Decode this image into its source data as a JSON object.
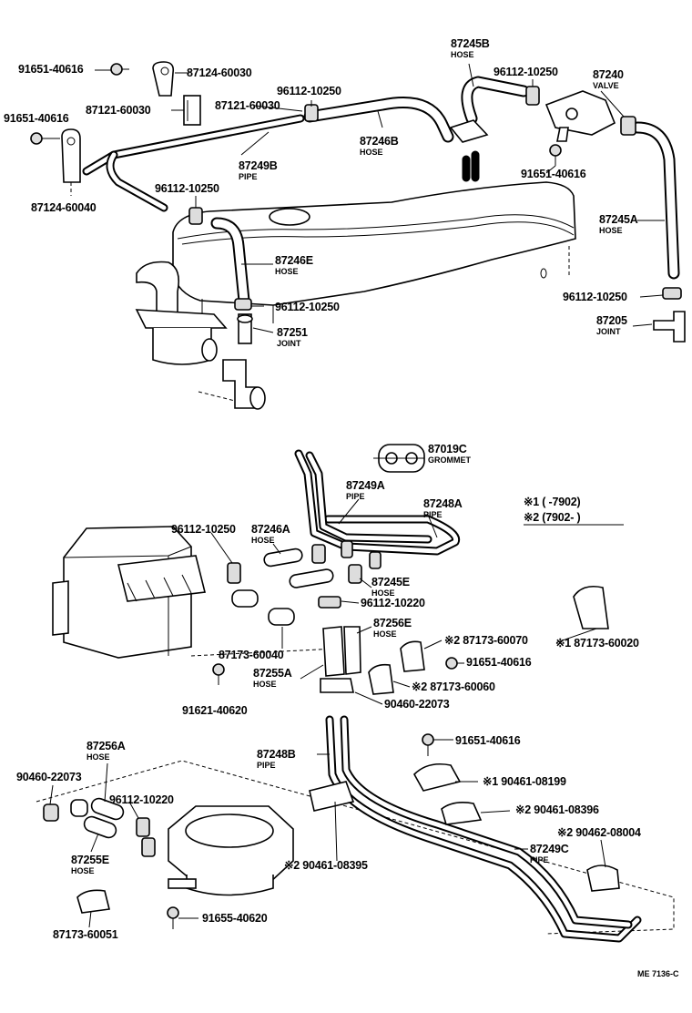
{
  "labels": [
    {
      "id": "l1",
      "num": "91651-40616"
    },
    {
      "id": "l2",
      "num": "87124-60030"
    },
    {
      "id": "l3",
      "num": "87121-60030"
    },
    {
      "id": "l4",
      "num": "91651-40616"
    },
    {
      "id": "l5",
      "num": "87121-60030"
    },
    {
      "id": "l6",
      "num": "96112-10250"
    },
    {
      "id": "l7",
      "num": "87249B",
      "sub": "PIPE"
    },
    {
      "id": "l8",
      "num": "87124-60040"
    },
    {
      "id": "l9",
      "num": "96112-10250"
    },
    {
      "id": "l10",
      "num": "87246B",
      "sub": "HOSE"
    },
    {
      "id": "l11",
      "num": "87245B",
      "sub": "HOSE"
    },
    {
      "id": "l12",
      "num": "96112-10250"
    },
    {
      "id": "l13",
      "num": "87240",
      "sub": "VALVE"
    },
    {
      "id": "l14",
      "num": "91651-40616"
    },
    {
      "id": "l15",
      "num": "87245A",
      "sub": "HOSE"
    },
    {
      "id": "l16",
      "num": "87246E",
      "sub": "HOSE"
    },
    {
      "id": "l17",
      "num": "96112-10250"
    },
    {
      "id": "l18",
      "num": "87251",
      "sub": "JOINT"
    },
    {
      "id": "l19",
      "num": "96112-10250"
    },
    {
      "id": "l20",
      "num": "87205",
      "sub": "JOINT"
    },
    {
      "id": "l21",
      "num": "87019C",
      "sub": "GROMMET"
    },
    {
      "id": "l22",
      "num": "87249A",
      "sub": "PIPE"
    },
    {
      "id": "l23",
      "num": "87248A",
      "sub": "PIPE"
    },
    {
      "id": "l24",
      "num": "96112-10250"
    },
    {
      "id": "l25",
      "num": "87246A",
      "sub": "HOSE"
    },
    {
      "id": "l26",
      "num": "87245E",
      "sub": "HOSE"
    },
    {
      "id": "l27",
      "num": "96112-10220"
    },
    {
      "id": "l28",
      "num": "87256E",
      "sub": "HOSE"
    },
    {
      "id": "l29",
      "num": "87173-60040"
    },
    {
      "id": "l30",
      "num": "87255A",
      "sub": "HOSE"
    },
    {
      "id": "l31",
      "num": "※2 87173-60070"
    },
    {
      "id": "l32",
      "num": "91651-40616"
    },
    {
      "id": "l33",
      "num": "※1 87173-60020"
    },
    {
      "id": "l34",
      "num": "※2 87173-60060"
    },
    {
      "id": "l35",
      "num": "90460-22073"
    },
    {
      "id": "l36",
      "num": "91621-40620"
    },
    {
      "id": "l37",
      "num": "87248B",
      "sub": "PIPE"
    },
    {
      "id": "l38",
      "num": "91651-40616"
    },
    {
      "id": "l39",
      "num": "※1 90461-08199"
    },
    {
      "id": "l40",
      "num": "※2 90461-08396"
    },
    {
      "id": "l41",
      "num": "※2 90462-08004"
    },
    {
      "id": "l42",
      "num": "87249C",
      "sub": "PIPE"
    },
    {
      "id": "l43",
      "num": "※2 90461-08395"
    },
    {
      "id": "l44",
      "num": "87256A",
      "sub": "HOSE"
    },
    {
      "id": "l45",
      "num": "90460-22073"
    },
    {
      "id": "l46",
      "num": "96112-10220"
    },
    {
      "id": "l47",
      "num": "87255E",
      "sub": "HOSE"
    },
    {
      "id": "l48",
      "num": "91655-40620"
    },
    {
      "id": "l49",
      "num": "87173-60051"
    }
  ],
  "legend": {
    "line1": "※1 (         -7902)",
    "line2": "※2 (7902-         )"
  },
  "drawing_code": "ME 7136-C"
}
